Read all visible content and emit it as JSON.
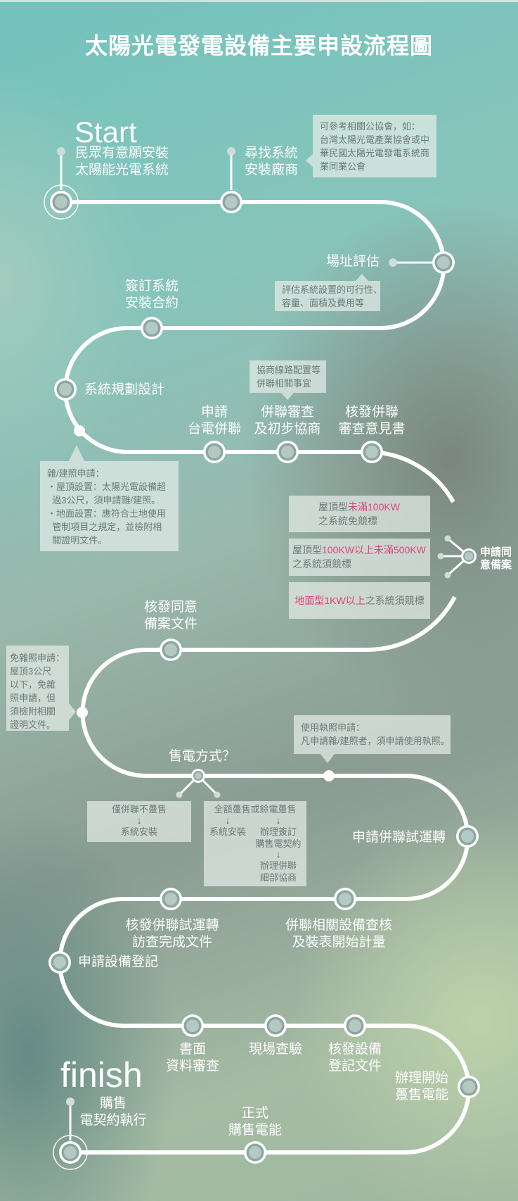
{
  "title": "太陽光電發電設備主要申設流程圖",
  "start": {
    "word": "Start",
    "line1": "民眾有意願安裝",
    "line2": "太陽能光電系統"
  },
  "finish": {
    "word": "finish",
    "line1": "購售",
    "line2": "電契約執行"
  },
  "steps": {
    "find_vendor": [
      "尋找系統",
      "安裝廠商"
    ],
    "site_eval": "場址評估",
    "sign_contract": [
      "簽訂系統",
      "安裝合約"
    ],
    "design": "系統規劃設計",
    "apply_grid": [
      "申請",
      "台電併聯"
    ],
    "grid_review": [
      "併聯審查",
      "及初步協商"
    ],
    "grid_opinion": [
      "核發併聯",
      "審查意見書"
    ],
    "apply_consent": [
      "申請同",
      "意備案"
    ],
    "consent_doc": [
      "核發同意",
      "備案文件"
    ],
    "sale_method": "售電方式？",
    "apply_trial": "申請併聯試運轉",
    "trial_doc": [
      "核發併聯試運轉",
      "訪查完成文件"
    ],
    "equip_check": [
      "併聯相關設備查核",
      "及裝表開始計量"
    ],
    "apply_register": "申請設備登記",
    "paper_review": [
      "書面",
      "資料審查"
    ],
    "site_inspect": "現場查驗",
    "register_doc": [
      "核發設備",
      "登記文件"
    ],
    "start_sale": [
      "辦理開始",
      "躉售電能"
    ],
    "formal_sale": [
      "正式",
      "購售電能"
    ]
  },
  "callouts": {
    "association": [
      "可參考相關公協會，如：",
      "台灣太陽光電產業協會或中",
      "華民國太陽光電發電系統商",
      "業同業公會"
    ],
    "site_eval_note": [
      "評估系統設置的可行性、",
      "容量、面積及費用等"
    ],
    "negotiate": [
      "協商線路配置等",
      "併聯相關事宜"
    ],
    "permit": [
      "雜/建照申請：",
      "‧屋頂設置：太陽光電設備超",
      "  過3公尺，須申請雜/建照。",
      "‧地面設置：應符合土地使用",
      "  管制項目之規定，並檢附相",
      "  關證明文件。"
    ],
    "no_permit": [
      "免雜照申請：",
      "屋頂3公尺",
      "以下，免雜",
      "照申請，但",
      "須檢附相關",
      "證明文件。"
    ],
    "use_license": [
      "使用執照申請：",
      "凡申請雜/建照者，須申請使用執照。"
    ]
  },
  "consent_options": [
    {
      "pre": "屋頂型",
      "hl": "未滿100KW",
      "post": "",
      "line2": "之系統免競標"
    },
    {
      "pre": "屋頂型",
      "hl": "100KW以上未滿500KW",
      "post": "",
      "line2": "之系統須競標"
    },
    {
      "pre": "",
      "hl": "地面型1KW以上",
      "post": "之系統須競標",
      "line2": ""
    }
  ],
  "sale_options": {
    "grid_only": {
      "head": "僅併聯不躉售",
      "arrow": "↓",
      "result": "系統安裝"
    },
    "sell": {
      "head": "全額躉售或餘電躉售",
      "arrow": "↓",
      "left": "系統安裝",
      "right1": "辦理簽訂",
      "right2": "購售電契約",
      "right3": "辦理併聯",
      "right4": "細部協商"
    }
  },
  "colors": {
    "highlight": "#d9457a",
    "track": "#ffffff",
    "callout_text": "#6a7a77"
  }
}
